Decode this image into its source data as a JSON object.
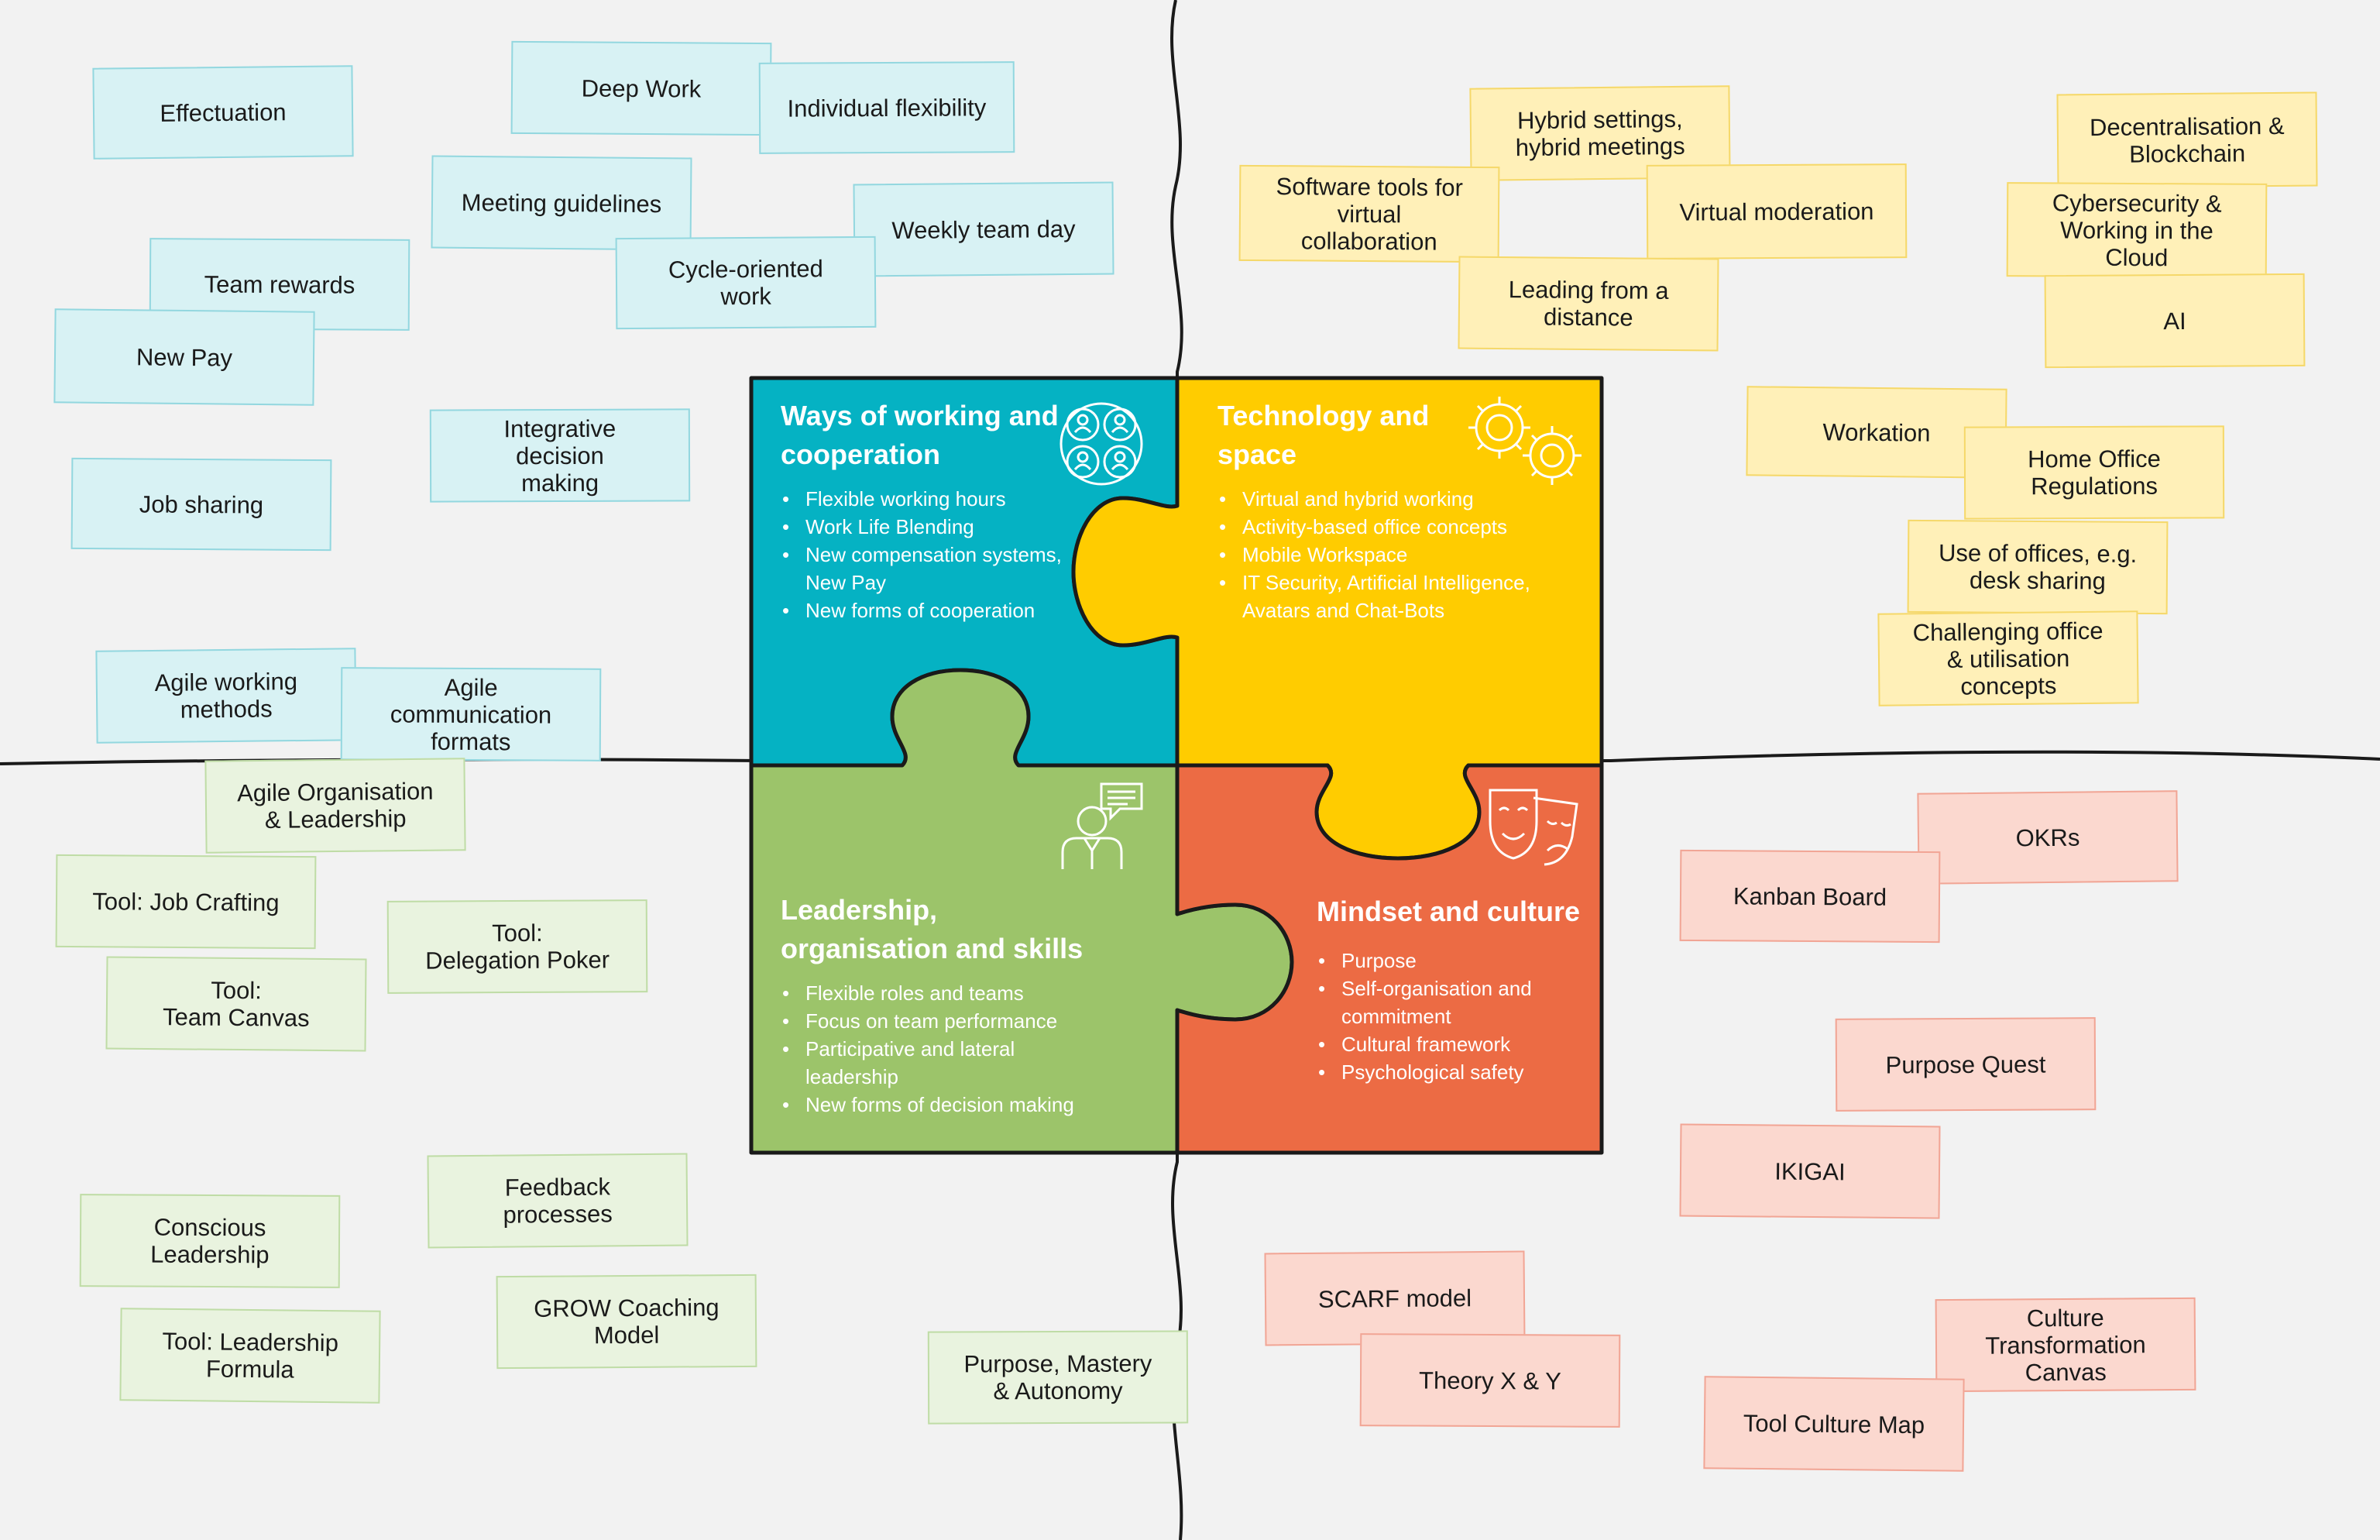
{
  "colors": {
    "teal": "#05b2c3",
    "yellow": "#ffcc00",
    "green": "#9cc46a",
    "orange": "#ec6b44",
    "background": "#f2f2f2"
  },
  "quadrants": {
    "ways": {
      "title": "Ways of working and\ncooperation",
      "items": [
        "Flexible working hours",
        "Work Life Blending",
        "New compensation systems,\nNew Pay",
        "New forms of cooperation"
      ],
      "icon": "people-network-icon"
    },
    "tech": {
      "title": "Technology and\nspace",
      "items": [
        "Virtual and hybrid working",
        "Activity-based office concepts",
        "Mobile Workspace",
        "IT Security, Artificial Intelligence,\nAvatars and Chat-Bots"
      ],
      "icon": "gears-icon"
    },
    "leadership": {
      "title": "Leadership,\norganisation and skills",
      "items": [
        "Flexible roles and teams",
        "Focus on team performance",
        "Participative and lateral\nleadership",
        "New forms of decision making"
      ],
      "icon": "speaking-person-icon"
    },
    "mindset": {
      "title": "Mindset and culture",
      "items": [
        "Purpose",
        "Self-organisation and\ncommitment",
        "Cultural framework",
        "Psychological safety"
      ],
      "icon": "theater-masks-icon"
    }
  },
  "notes": {
    "blue": [
      "Effectuation",
      "Deep Work",
      "Individual flexibility",
      "Meeting guidelines",
      "Weekly team day",
      "Team rewards",
      "Cycle-oriented\nwork",
      "New Pay",
      "Integrative\ndecision\nmaking",
      "Job sharing",
      "Agile working\nmethods",
      "Agile\ncommunication\nformats"
    ],
    "yellow": [
      "Hybrid settings,\nhybrid meetings",
      "Software tools for\nvirtual\ncollaboration",
      "Virtual moderation",
      "Leading from a\ndistance",
      "Decentralisation &\nBlockchain",
      "Cybersecurity &\nWorking in the\nCloud",
      "AI",
      "Workation",
      "Home Office\nRegulations",
      "Use of offices, e.g.\ndesk sharing",
      "Challenging office\n& utilisation\nconcepts"
    ],
    "green": [
      "Agile Organisation\n& Leadership",
      "Tool: Job Crafting",
      "Tool:\nDelegation Poker",
      "Tool:\nTeam Canvas",
      "Feedback\nprocesses",
      "Conscious\nLeadership",
      "GROW Coaching\nModel",
      "Tool: Leadership\nFormula",
      "Purpose, Mastery\n& Autonomy"
    ],
    "red": [
      "OKRs",
      "Kanban Board",
      "Purpose Quest",
      "IKIGAI",
      "SCARF model",
      "Theory X & Y",
      "Culture\nTransformation\nCanvas",
      "Tool Culture Map"
    ]
  }
}
